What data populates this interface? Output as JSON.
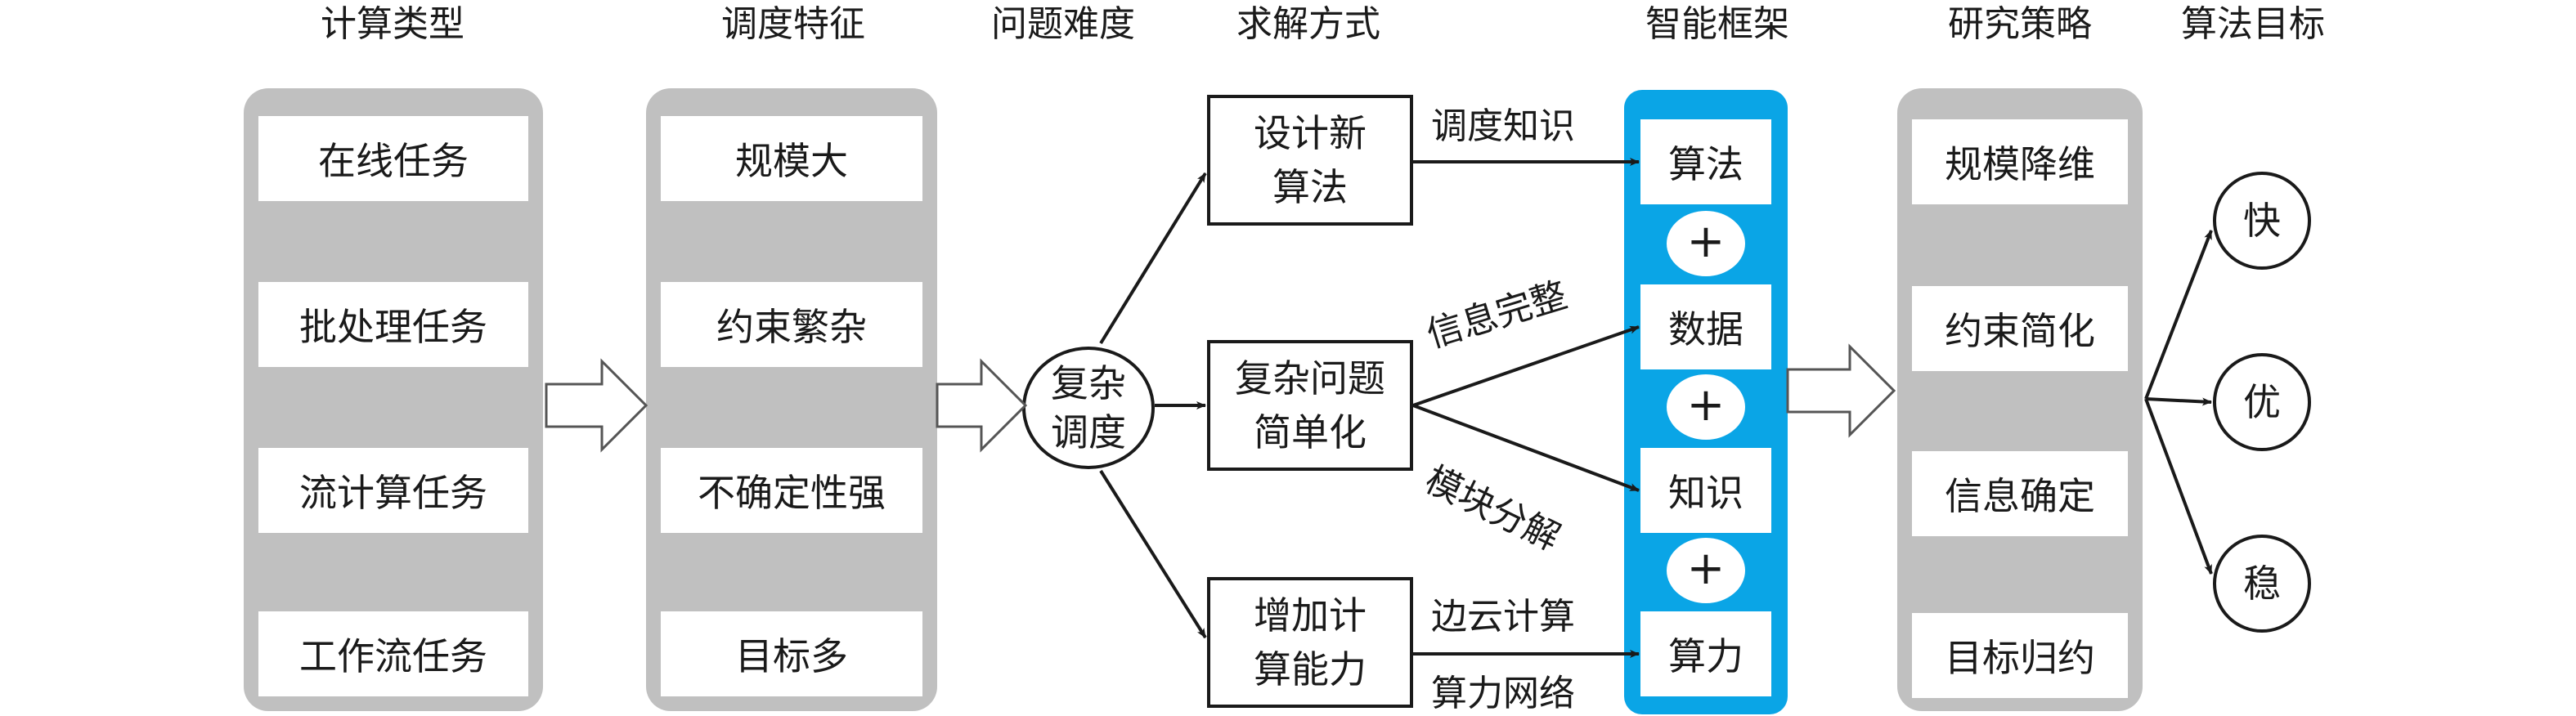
{
  "headers": {
    "compute_type": "计算类型",
    "schedule_features": "调度特征",
    "difficulty": "问题难度",
    "solving": "求解方式",
    "framework": "智能框架",
    "strategy": "研究策略",
    "goal": "算法目标"
  },
  "compute_types": [
    "在线任务",
    "批处理任务",
    "流计算任务",
    "工作流任务"
  ],
  "schedule_features": [
    "规模大",
    "约束繁杂",
    "不确定性强",
    "目标多"
  ],
  "complex_circle": {
    "line1": "复杂",
    "line2": "调度"
  },
  "solving_methods": [
    {
      "line1": "设计新",
      "line2": "算法"
    },
    {
      "line1": "复杂问题",
      "line2": "简单化"
    },
    {
      "line1": "增加计",
      "line2": "算能力"
    }
  ],
  "edge_labels": {
    "schedule_knowledge": "调度知识",
    "info_complete": "信息完整",
    "module_decompose": "模块分解",
    "edge_compute": "边云计算",
    "compute_network": "算力网络"
  },
  "framework_items": [
    "算法",
    "数据",
    "知识",
    "算力"
  ],
  "plus_sign": "+",
  "strategies": [
    "规模降维",
    "约束简化",
    "信息确定",
    "目标归约"
  ],
  "goals": [
    "快",
    "优",
    "稳"
  ],
  "colors": {
    "panel_gray": "#c0c0c0",
    "panel_blue": "#0aa5e6",
    "stroke": "#1a1a1a"
  }
}
